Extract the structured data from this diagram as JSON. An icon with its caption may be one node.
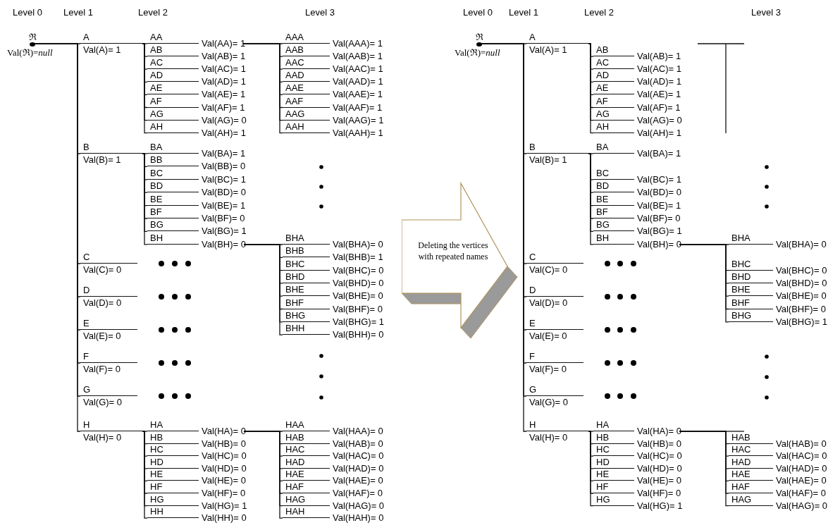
{
  "diagram": {
    "nodes": [
      {
        "text": [
          "ℜ",
          "Val(ℜ)=*null*"
        ]
      },
      {
        "text": [
          "A",
          "Val(A)= 1"
        ]
      },
      {
        "text": [
          "AA",
          "Val(AA)= 1"
        ]
      },
      {
        "text": [
          "AB",
          "Val(AB)= 1"
        ]
      },
      {
        "text": [
          "AC",
          "Val(AC)= 1"
        ]
      },
      {
        "text": [
          "AD",
          "Val(AD)= 1"
        ]
      },
      {
        "text": [
          "AE",
          "Val(AE)= 1"
        ]
      },
      {
        "text": [
          "AF",
          "Val(AF)= 1"
        ]
      },
      {
        "text": [
          "AG",
          "Val(AG)= 0"
        ]
      },
      {
        "text": [
          "AH",
          "Val(AH)= 1"
        ]
      },
      {
        "text": [
          "AAA",
          "Val(AAA)= 1"
        ]
      },
      {
        "text": [
          "AAB",
          "Val(AAB)= 1"
        ]
      },
      {
        "text": [
          "AAC",
          "Val(AAC)= 1"
        ]
      },
      {
        "text": [
          "AAD",
          "Val(AAD)= 1"
        ]
      },
      {
        "text": [
          "AAE",
          "Val(AAE)= 1"
        ]
      },
      {
        "text": [
          "AAF",
          "Val(AAF)= 1"
        ]
      },
      {
        "text": [
          "AAG",
          "Val(AAG)= 1"
        ]
      },
      {
        "text": [
          "AAH",
          "Val(AAH)= 1"
        ]
      },
      {
        "text": [
          "B",
          "Val(B)= 1"
        ]
      },
      {
        "text": [
          "BA",
          "Val(BA)= 1"
        ]
      },
      {
        "text": [
          "BB",
          "Val(BB)= 0"
        ]
      },
      {
        "text": [
          "BC",
          "Val(BC)= 1"
        ]
      },
      {
        "text": [
          "BD",
          "Val(BD)= 0"
        ]
      },
      {
        "text": [
          "BE",
          "Val(BE)= 1"
        ]
      },
      {
        "text": [
          "BF",
          "Val(BF)= 0"
        ]
      },
      {
        "text": [
          "BG",
          "Val(BG)= 1"
        ]
      },
      {
        "text": [
          "BH",
          "Val(BH)= 0"
        ]
      },
      {
        "text": [
          "BHA",
          "Val(BHA)= 0"
        ]
      },
      {
        "text": [
          "BHB",
          "Val(BHB)= 1"
        ]
      },
      {
        "text": [
          "BHC",
          "Val(BHC)= 0"
        ]
      },
      {
        "text": [
          "BHD",
          "Val(BHD)= 0"
        ]
      },
      {
        "text": [
          "BHE",
          "Val(BHE)= 0"
        ]
      },
      {
        "text": [
          "BHF",
          "Val(BHF)= 0"
        ]
      },
      {
        "text": [
          "BHG",
          "Val(BHG)= 1"
        ]
      },
      {
        "text": [
          "BHH",
          "Val(BHH)= 0"
        ]
      },
      {
        "text": [
          "C",
          "Val(C)= 0"
        ]
      },
      {
        "text": [
          "D",
          "Val(D)= 0"
        ]
      },
      {
        "text": [
          "E",
          "Val(E)= 0"
        ]
      },
      {
        "text": [
          "F",
          "Val(F)= 0"
        ]
      },
      {
        "text": [
          "G",
          "Val(G)= 0"
        ]
      },
      {
        "text": [
          "H",
          "Val(H)= 0"
        ]
      },
      {
        "text": [
          "HA",
          "Val(HA)= 0"
        ]
      },
      {
        "text": [
          "HB",
          "Val(HB)= 0"
        ]
      },
      {
        "text": [
          "HC",
          "Val(HC)= 0"
        ]
      },
      {
        "text": [
          "HD",
          "Val(HD)= 0"
        ]
      },
      {
        "text": [
          "HE",
          "Val(HE)= 0"
        ]
      },
      {
        "text": [
          "HF",
          "Val(HF)= 0"
        ]
      },
      {
        "text": [
          "HG",
          "Val(HG)= 1"
        ]
      },
      {
        "text": [
          "HH",
          "Val(HH)= 0"
        ]
      },
      {
        "text": [
          "HAA",
          "Val(HAA)= 0"
        ]
      },
      {
        "text": [
          "HAB",
          "Val(HAB)= 0"
        ]
      },
      {
        "text": [
          "HAC",
          "Val(HAC)= 0"
        ]
      },
      {
        "text": [
          "HAD",
          "Val(HAD)= 0"
        ]
      },
      {
        "text": [
          "HAE",
          "Val(HAE)= 0"
        ]
      },
      {
        "text": [
          "HAF",
          "Val(HAF)= 0"
        ]
      },
      {
        "text": [
          "HAG",
          "Val(HAG)= 0"
        ]
      },
      {
        "text": [
          "HAH",
          "Val(HAH)= 0"
        ]
      },
      {
        "text": [
          "Deleting the vertices with repeated names"
        ]
      },
      {
        "text": [
          "ℜ",
          "Val(ℜ)=*null*"
        ]
      },
      {
        "text": [
          "A",
          "Val(A)= 1"
        ]
      },
      {
        "text": [
          "AB",
          "Val(AB)= 1"
        ]
      },
      {
        "text": [
          "AC",
          "Val(AC)= 1"
        ]
      },
      {
        "text": [
          "AD",
          "Val(AD)= 1"
        ]
      },
      {
        "text": [
          "AE",
          "Val(AE)= 1"
        ]
      },
      {
        "text": [
          "AF",
          "Val(AF)= 1"
        ]
      },
      {
        "text": [
          "AG",
          "Val(AG)= 0"
        ]
      },
      {
        "text": [
          "AH",
          "Val(AH)= 1"
        ]
      },
      {
        "text": [
          "B",
          "Val(B)= 1"
        ]
      },
      {
        "text": [
          "BA",
          "Val(BA)= 1"
        ]
      },
      {
        "text": [
          "BC",
          "Val(BC)= 1"
        ]
      },
      {
        "text": [
          "BD",
          "Val(BD)= 0"
        ]
      },
      {
        "text": [
          "BE",
          "Val(BE)= 1"
        ]
      },
      {
        "text": [
          "BF",
          "Val(BF)= 0"
        ]
      },
      {
        "text": [
          "BG",
          "Val(BG)= 1"
        ]
      },
      {
        "text": [
          "BH",
          "Val(BH)= 0"
        ]
      },
      {
        "text": [
          "BHA",
          "Val(BHA)= 0"
        ]
      },
      {
        "text": [
          "BHC",
          "Val(BHC)= 0"
        ]
      },
      {
        "text": [
          "BHD",
          "Val(BHD)= 0"
        ]
      },
      {
        "text": [
          "BHE",
          "Val(BHE)= 0"
        ]
      },
      {
        "text": [
          "BHF",
          "Val(BHF)= 0"
        ]
      },
      {
        "text": [
          "BHG",
          "Val(BHG)= 1"
        ]
      },
      {
        "text": [
          "C",
          "Val(C)= 0"
        ]
      },
      {
        "text": [
          "D",
          "Val(D)= 0"
        ]
      },
      {
        "text": [
          "E",
          "Val(E)= 0"
        ]
      },
      {
        "text": [
          "F",
          "Val(F)= 0"
        ]
      },
      {
        "text": [
          "G",
          "Val(G)= 0"
        ]
      },
      {
        "text": [
          "H",
          "Val(H)= 0"
        ]
      },
      {
        "text": [
          "HA",
          "Val(HA)= 0"
        ]
      },
      {
        "text": [
          "HB",
          "Val(HB)= 0"
        ]
      },
      {
        "text": [
          "HC",
          "Val(HC)= 0"
        ]
      },
      {
        "text": [
          "HD",
          "Val(HD)= 0"
        ]
      },
      {
        "text": [
          "HE",
          "Val(HE)= 0"
        ]
      },
      {
        "text": [
          "HF",
          "Val(HF)= 0"
        ]
      },
      {
        "text": [
          "HG",
          "Val(HG)= 1"
        ]
      },
      {
        "text": [
          "HAB",
          "Val(HAB)= 0"
        ]
      },
      {
        "text": [
          "HAC",
          "Val(HAC)= 0"
        ]
      },
      {
        "text": [
          "HAD",
          "Val(HAD)= 0"
        ]
      },
      {
        "text": [
          "HAE",
          "Val(HAE)= 0"
        ]
      },
      {
        "text": [
          "HAF",
          "Val(HAF)= 0"
        ]
      },
      {
        "text": [
          "HAG",
          "Val(HAG)= 0"
        ]
      }
    ],
    "edges": [
      {
        "from": 0,
        "to": 1,
        "arrow": "none"
      },
      {
        "from": 0,
        "to": 18,
        "arrow": "none"
      },
      {
        "from": 0,
        "to": 35,
        "arrow": "none"
      },
      {
        "from": 0,
        "to": 36,
        "arrow": "none"
      },
      {
        "from": 0,
        "to": 37,
        "arrow": "none"
      },
      {
        "from": 0,
        "to": 38,
        "arrow": "none"
      },
      {
        "from": 0,
        "to": 39,
        "arrow": "none"
      },
      {
        "from": 0,
        "to": 40,
        "arrow": "none"
      },
      {
        "from": 1,
        "to": 2,
        "arrow": "none"
      },
      {
        "from": 1,
        "to": 3,
        "arrow": "none"
      },
      {
        "from": 1,
        "to": 4,
        "arrow": "none"
      },
      {
        "from": 1,
        "to": 5,
        "arrow": "none"
      },
      {
        "from": 1,
        "to": 6,
        "arrow": "none"
      },
      {
        "from": 1,
        "to": 7,
        "arrow": "none"
      },
      {
        "from": 1,
        "to": 8,
        "arrow": "none"
      },
      {
        "from": 1,
        "to": 9,
        "arrow": "none"
      },
      {
        "from": 2,
        "to": 10,
        "arrow": "none"
      },
      {
        "from": 2,
        "to": 11,
        "arrow": "none"
      },
      {
        "from": 2,
        "to": 12,
        "arrow": "none"
      },
      {
        "from": 2,
        "to": 13,
        "arrow": "none"
      },
      {
        "from": 2,
        "to": 14,
        "arrow": "none"
      },
      {
        "from": 2,
        "to": 15,
        "arrow": "none"
      },
      {
        "from": 2,
        "to": 16,
        "arrow": "none"
      },
      {
        "from": 2,
        "to": 17,
        "arrow": "none"
      },
      {
        "from": 18,
        "to": 19,
        "arrow": "none"
      },
      {
        "from": 18,
        "to": 20,
        "arrow": "none"
      },
      {
        "from": 18,
        "to": 21,
        "arrow": "none"
      },
      {
        "from": 18,
        "to": 22,
        "arrow": "none"
      },
      {
        "from": 18,
        "to": 23,
        "arrow": "none"
      },
      {
        "from": 18,
        "to": 24,
        "arrow": "none"
      },
      {
        "from": 18,
        "to": 25,
        "arrow": "none"
      },
      {
        "from": 18,
        "to": 26,
        "arrow": "none"
      },
      {
        "from": 26,
        "to": 27,
        "arrow": "none"
      },
      {
        "from": 26,
        "to": 28,
        "arrow": "none"
      },
      {
        "from": 26,
        "to": 29,
        "arrow": "none"
      },
      {
        "from": 26,
        "to": 30,
        "arrow": "none"
      },
      {
        "from": 26,
        "to": 31,
        "arrow": "none"
      },
      {
        "from": 26,
        "to": 32,
        "arrow": "none"
      },
      {
        "from": 26,
        "to": 33,
        "arrow": "none"
      },
      {
        "from": 26,
        "to": 34,
        "arrow": "none"
      },
      {
        "from": 40,
        "to": 41,
        "arrow": "none"
      },
      {
        "from": 40,
        "to": 42,
        "arrow": "none"
      },
      {
        "from": 40,
        "to": 43,
        "arrow": "none"
      },
      {
        "from": 40,
        "to": 44,
        "arrow": "none"
      },
      {
        "from": 40,
        "to": 45,
        "arrow": "none"
      },
      {
        "from": 40,
        "to": 46,
        "arrow": "none"
      },
      {
        "from": 40,
        "to": 47,
        "arrow": "none"
      },
      {
        "from": 40,
        "to": 48,
        "arrow": "none"
      },
      {
        "from": 41,
        "to": 49,
        "arrow": "none"
      },
      {
        "from": 41,
        "to": 50,
        "arrow": "none"
      },
      {
        "from": 41,
        "to": 51,
        "arrow": "none"
      },
      {
        "from": 41,
        "to": 52,
        "arrow": "none"
      },
      {
        "from": 41,
        "to": 53,
        "arrow": "none"
      },
      {
        "from": 41,
        "to": 54,
        "arrow": "none"
      },
      {
        "from": 41,
        "to": 55,
        "arrow": "none"
      },
      {
        "from": 41,
        "to": 56,
        "arrow": "none"
      },
      {
        "from": 58,
        "to": 59,
        "arrow": "none"
      },
      {
        "from": 58,
        "to": 67,
        "arrow": "none"
      },
      {
        "from": 58,
        "to": 81,
        "arrow": "none"
      },
      {
        "from": 58,
        "to": 82,
        "arrow": "none"
      },
      {
        "from": 58,
        "to": 83,
        "arrow": "none"
      },
      {
        "from": 58,
        "to": 84,
        "arrow": "none"
      },
      {
        "from": 58,
        "to": 85,
        "arrow": "none"
      },
      {
        "from": 58,
        "to": 86,
        "arrow": "none"
      },
      {
        "from": 59,
        "to": 60,
        "arrow": "none"
      },
      {
        "from": 59,
        "to": 61,
        "arrow": "none"
      },
      {
        "from": 59,
        "to": 62,
        "arrow": "none"
      },
      {
        "from": 59,
        "to": 63,
        "arrow": "none"
      },
      {
        "from": 59,
        "to": 64,
        "arrow": "none"
      },
      {
        "from": 59,
        "to": 65,
        "arrow": "none"
      },
      {
        "from": 59,
        "to": 66,
        "arrow": "none"
      },
      {
        "from": 67,
        "to": 68,
        "arrow": "none"
      },
      {
        "from": 67,
        "to": 69,
        "arrow": "none"
      },
      {
        "from": 67,
        "to": 70,
        "arrow": "none"
      },
      {
        "from": 67,
        "to": 71,
        "arrow": "none"
      },
      {
        "from": 67,
        "to": 72,
        "arrow": "none"
      },
      {
        "from": 67,
        "to": 73,
        "arrow": "none"
      },
      {
        "from": 67,
        "to": 74,
        "arrow": "none"
      },
      {
        "from": 74,
        "to": 75,
        "arrow": "none"
      },
      {
        "from": 74,
        "to": 76,
        "arrow": "none"
      },
      {
        "from": 74,
        "to": 77,
        "arrow": "none"
      },
      {
        "from": 74,
        "to": 78,
        "arrow": "none"
      },
      {
        "from": 74,
        "to": 79,
        "arrow": "none"
      },
      {
        "from": 74,
        "to": 80,
        "arrow": "none"
      },
      {
        "from": 86,
        "to": 87,
        "arrow": "none"
      },
      {
        "from": 86,
        "to": 88,
        "arrow": "none"
      },
      {
        "from": 86,
        "to": 89,
        "arrow": "none"
      },
      {
        "from": 86,
        "to": 90,
        "arrow": "none"
      },
      {
        "from": 86,
        "to": 91,
        "arrow": "none"
      },
      {
        "from": 86,
        "to": 92,
        "arrow": "none"
      },
      {
        "from": 86,
        "to": 93,
        "arrow": "none"
      },
      {
        "from": 87,
        "to": 94,
        "arrow": "none"
      },
      {
        "from": 87,
        "to": 95,
        "arrow": "none"
      },
      {
        "from": 87,
        "to": 96,
        "arrow": "none"
      },
      {
        "from": 87,
        "to": 97,
        "arrow": "none"
      },
      {
        "from": 87,
        "to": 98,
        "arrow": "none"
      },
      {
        "from": 87,
        "to": 99,
        "arrow": "none"
      }
    ],
    "labels": [
      "Level 0",
      "Level 1",
      "Level 2",
      "Level 3",
      "Level 0",
      "Level 1",
      "Level 2",
      "Level 3"
    ]
  }
}
